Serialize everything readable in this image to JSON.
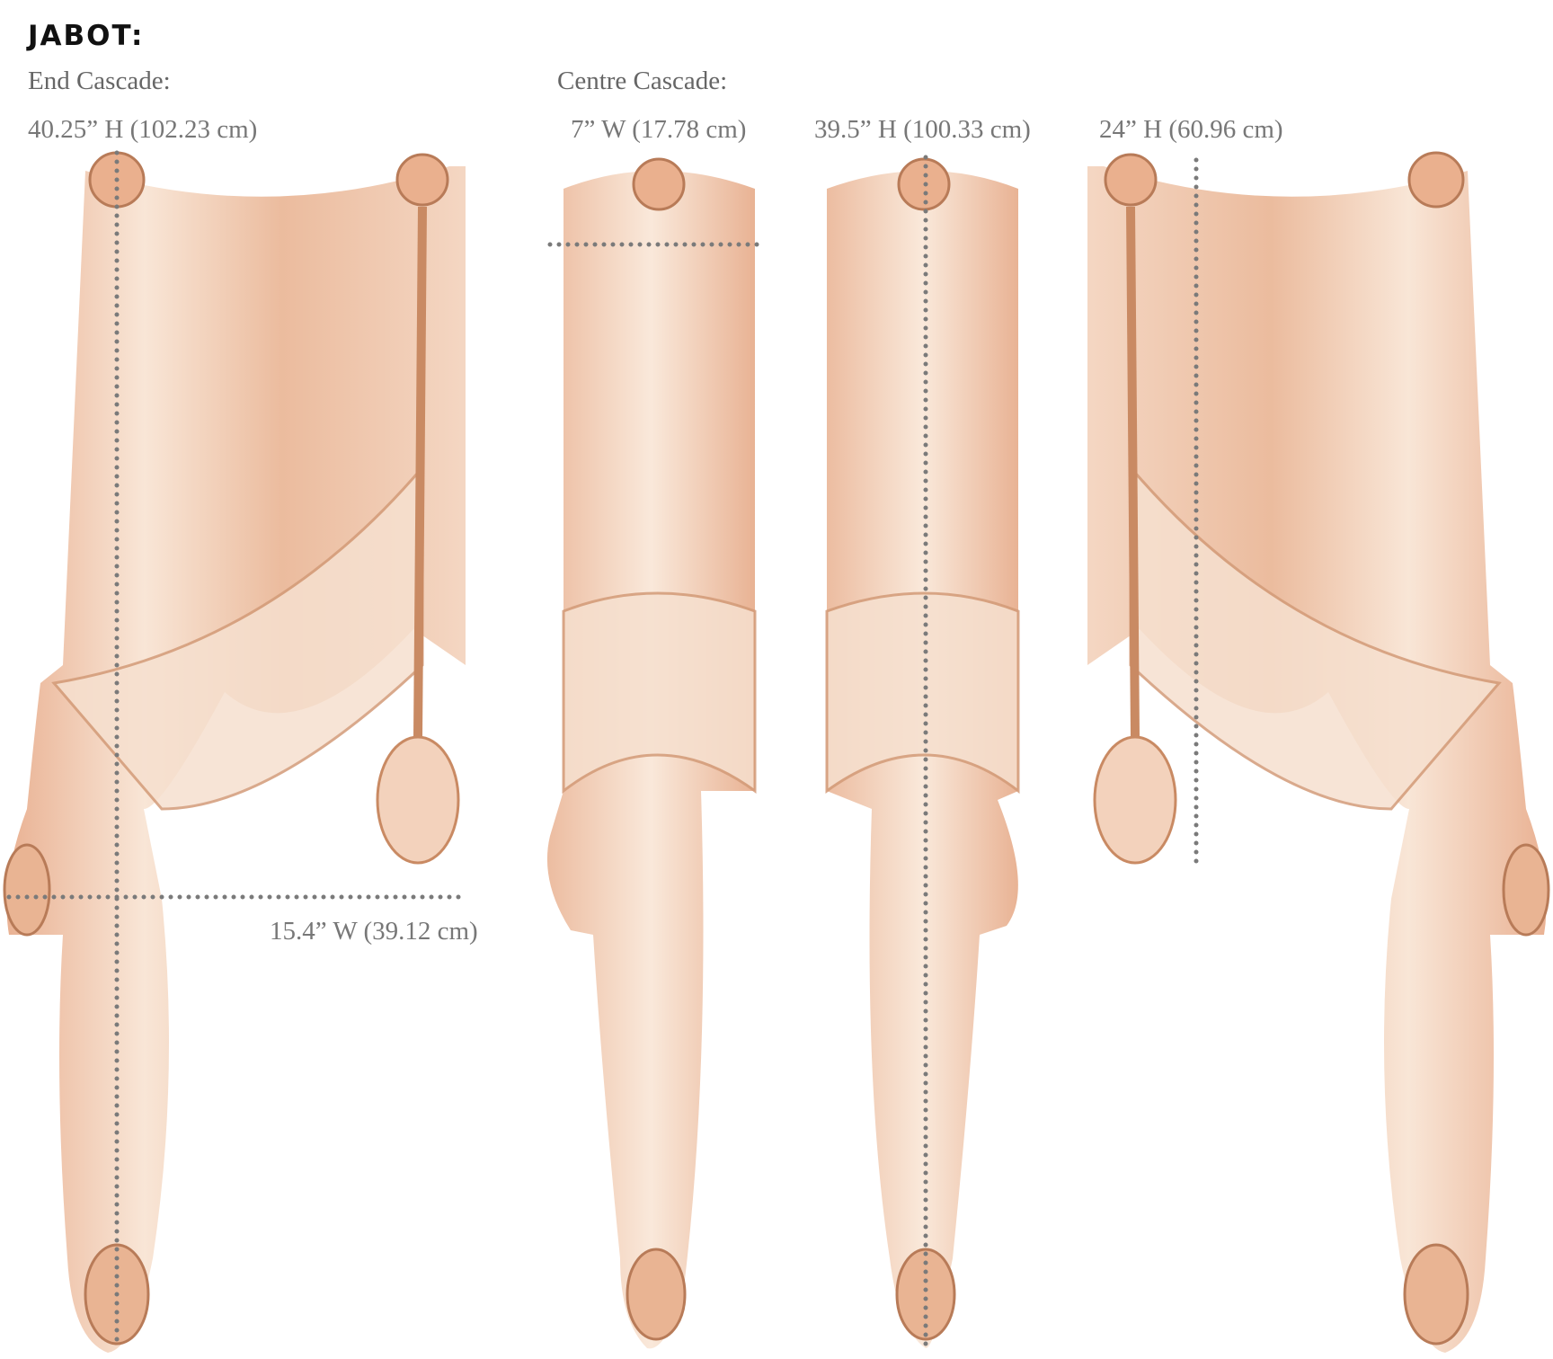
{
  "heading": "JABOT:",
  "end_cascade": {
    "label": "End Cascade:",
    "height": "40.25” H (102.23 cm)",
    "width": "15.4” W (39.12 cm)"
  },
  "centre_cascade": {
    "label": "Centre Cascade:",
    "width": "7” W (17.78 cm)",
    "height": "39.5” H (100.33 cm)"
  },
  "short_cascade": {
    "height": "24” H (60.96 cm)"
  },
  "colors": {
    "fabric_light": "#f7ddc8",
    "fabric_mid": "#e8b08e",
    "fabric_dark": "#c98a63",
    "dimension_line": "#7a7a7a"
  }
}
